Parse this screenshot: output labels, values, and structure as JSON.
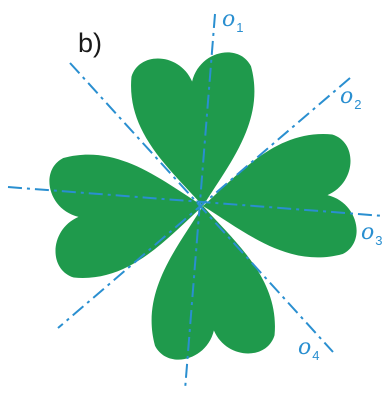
{
  "figure": {
    "part_label": "b)",
    "axes": [
      {
        "id": "o1",
        "letter": "o",
        "index": "1"
      },
      {
        "id": "o2",
        "letter": "o",
        "index": "2"
      },
      {
        "id": "o3",
        "letter": "o",
        "index": "3"
      },
      {
        "id": "o4",
        "letter": "o",
        "index": "4"
      }
    ],
    "colors": {
      "leaf": "#1f9a4c",
      "axis": "#2a8fd0",
      "label": "#1a1a1a"
    }
  }
}
